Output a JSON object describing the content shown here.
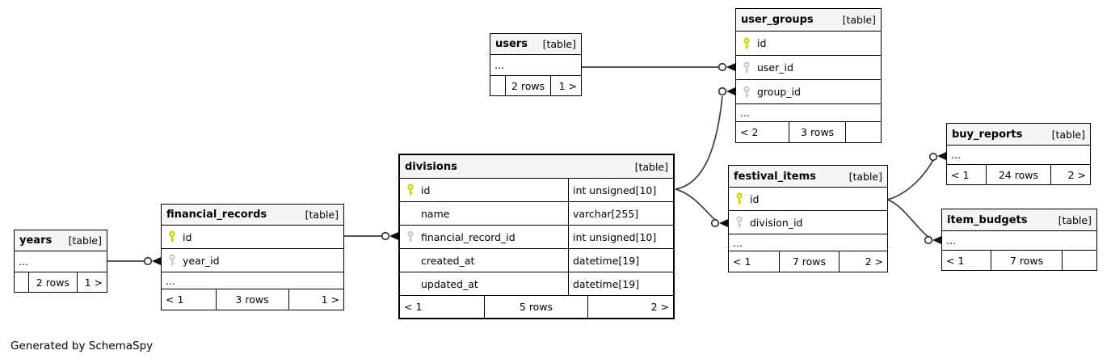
{
  "diagram": {
    "credit": "Generated by SchemaSpy"
  },
  "colors": {
    "primary_key": "#d0d000",
    "foreign_key": "#c9c9c9",
    "header_bg": "#f5f5f5",
    "border": "#000000",
    "connector": "#3c3c3c"
  },
  "tables": {
    "users": {
      "name": "users",
      "tag": "[table]",
      "ellipsis": "...",
      "footer": {
        "left": "",
        "center": "2 rows",
        "right": "1 >"
      }
    },
    "user_groups": {
      "name": "user_groups",
      "tag": "[table]",
      "columns": [
        {
          "name": "id",
          "key": "primary"
        },
        {
          "name": "user_id",
          "key": "foreign"
        },
        {
          "name": "group_id",
          "key": "foreign"
        }
      ],
      "ellipsis": "...",
      "footer": {
        "left": "< 2",
        "center": "3 rows",
        "right": ""
      }
    },
    "buy_reports": {
      "name": "buy_reports",
      "tag": "[table]",
      "ellipsis": "...",
      "footer": {
        "left": "< 1",
        "center": "24 rows",
        "right": "2 >"
      }
    },
    "festival_items": {
      "name": "festival_items",
      "tag": "[table]",
      "columns": [
        {
          "name": "id",
          "key": "primary"
        },
        {
          "name": "division_id",
          "key": "foreign"
        }
      ],
      "ellipsis": "...",
      "footer": {
        "left": "< 1",
        "center": "7 rows",
        "right": "2 >"
      }
    },
    "item_budgets": {
      "name": "item_budgets",
      "tag": "[table]",
      "ellipsis": "...",
      "footer": {
        "left": "< 1",
        "center": "7 rows",
        "right": ""
      }
    },
    "divisions": {
      "name": "divisions",
      "tag": "[table]",
      "columns": [
        {
          "name": "id",
          "key": "primary",
          "type": "int unsigned[10]"
        },
        {
          "name": "name",
          "key": "",
          "type": "varchar[255]"
        },
        {
          "name": "financial_record_id",
          "key": "foreign",
          "type": "int unsigned[10]"
        },
        {
          "name": "created_at",
          "key": "",
          "type": "datetime[19]"
        },
        {
          "name": "updated_at",
          "key": "",
          "type": "datetime[19]"
        }
      ],
      "footer": {
        "left": "< 1",
        "center": "5 rows",
        "right": "2 >"
      }
    },
    "financial_records": {
      "name": "financial_records",
      "tag": "[table]",
      "columns": [
        {
          "name": "id",
          "key": "primary"
        },
        {
          "name": "year_id",
          "key": "foreign"
        }
      ],
      "ellipsis": "...",
      "footer": {
        "left": "< 1",
        "center": "3 rows",
        "right": "1 >"
      }
    },
    "years": {
      "name": "years",
      "tag": "[table]",
      "ellipsis": "...",
      "footer": {
        "left": "",
        "center": "2 rows",
        "right": "1 >"
      }
    }
  },
  "relationships": [
    {
      "from": "users",
      "to": "user_groups.user_id"
    },
    {
      "from": "divisions.id",
      "to": "user_groups.group_id"
    },
    {
      "from": "divisions.id",
      "to": "festival_items.division_id"
    },
    {
      "from": "festival_items.id",
      "to": "buy_reports"
    },
    {
      "from": "festival_items.id",
      "to": "item_budgets"
    },
    {
      "from": "years",
      "to": "financial_records.year_id"
    },
    {
      "from": "financial_records.id",
      "to": "divisions.financial_record_id"
    }
  ]
}
